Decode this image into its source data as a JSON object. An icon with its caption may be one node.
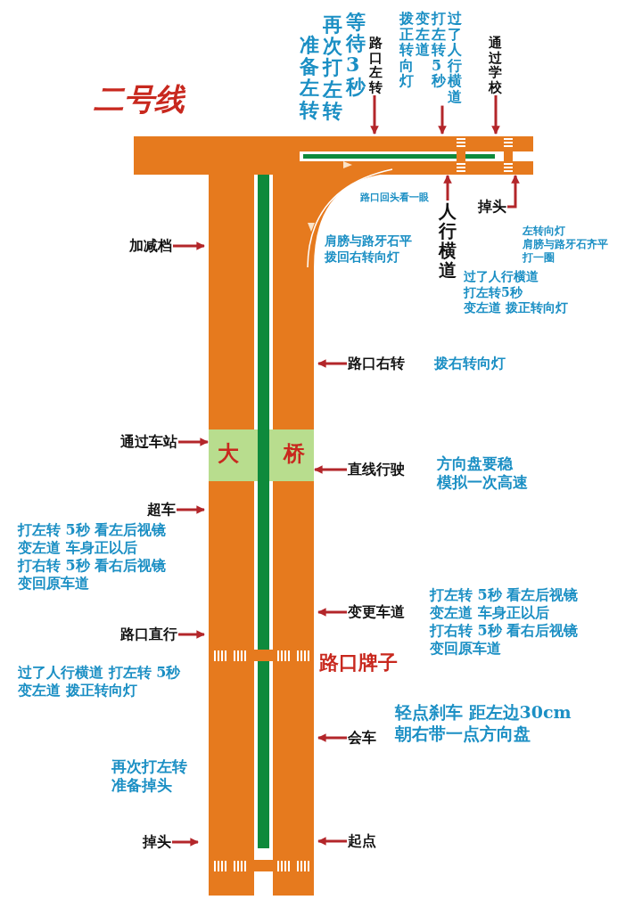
{
  "diagram": {
    "title": "二号线",
    "nodes": [
      {
        "text": [
          "路口左转"
        ]
      },
      {
        "text": [
          "过了人行横道",
          "打左转5秒",
          "变左道",
          "拨正转向灯"
        ]
      },
      {
        "text": [
          "通过学校"
        ]
      },
      {
        "text": [
          "人行横道"
        ],
        "beside": [
          "过了人行横道打左转5秒变左道 拨正转向灯"
        ]
      },
      {
        "text": [
          "掉头"
        ]
      },
      {
        "text": [
          "加减档"
        ]
      },
      {
        "text": [
          "路口右转"
        ],
        "beside": [
          "拨右转向灯"
        ]
      },
      {
        "text": [
          "通过车站"
        ]
      },
      {
        "text": [
          "大",
          "桥"
        ]
      },
      {
        "text": [
          "直线行驶"
        ],
        "beside": [
          "方向盘要稳模拟一次高速"
        ]
      },
      {
        "text": [
          "超车"
        ],
        "beside": [
          "打左转 5秒 看左后视镜变左道 车身正以后打右转 5秒 看右后视镜变回原车道"
        ]
      },
      {
        "text": [
          "变更车道"
        ],
        "beside": [
          "打左转 5秒 看左后视镜变左道 车身正以后打右转 5秒 看右后视镜变回原车道"
        ]
      },
      {
        "text": [
          "路口直行"
        ],
        "beside": [
          "过了人行横道 打左转 5秒变左道 拨正转向灯"
        ]
      },
      {
        "text": [
          "会车"
        ],
        "beside": [
          "轻点刹车 距左边30cm朝右带一点方向盘"
        ]
      },
      {
        "text": [
          "掉头"
        ],
        "beside": [
          "再次打左转准备掉头"
        ]
      },
      {
        "text": [
          "起点"
        ]
      }
    ],
    "edges": [
      {
        "from": 0,
        "to": null,
        "arrow": "to"
      },
      {
        "from": 1,
        "to": null,
        "arrow": "to"
      },
      {
        "from": 2,
        "to": null,
        "arrow": "to"
      },
      {
        "from": 3,
        "to": null,
        "arrow": "to"
      },
      {
        "from": 4,
        "to": null,
        "arrow": "to"
      },
      {
        "from": 5,
        "to": null,
        "arrow": "to"
      },
      {
        "from": 6,
        "to": null,
        "arrow": "to"
      },
      {
        "from": 7,
        "to": 8,
        "arrow": "to"
      },
      {
        "from": 9,
        "to": 8,
        "arrow": "to"
      },
      {
        "from": 10,
        "to": null,
        "arrow": "to"
      },
      {
        "from": 11,
        "to": null,
        "arrow": "to"
      },
      {
        "from": 12,
        "to": null,
        "arrow": "to"
      },
      {
        "from": 13,
        "to": null,
        "arrow": "to"
      },
      {
        "from": 14,
        "to": null,
        "arrow": "to"
      },
      {
        "from": 15,
        "to": null,
        "arrow": "to"
      }
    ],
    "labels": [
      "等待3秒",
      "再次打左转",
      "准备左转",
      "左转向灯肩膀与路牙石齐平打一圈",
      "路口回头看一眼",
      "肩膀与路牙石平拨回右转向灯",
      "路口牌子"
    ]
  }
}
